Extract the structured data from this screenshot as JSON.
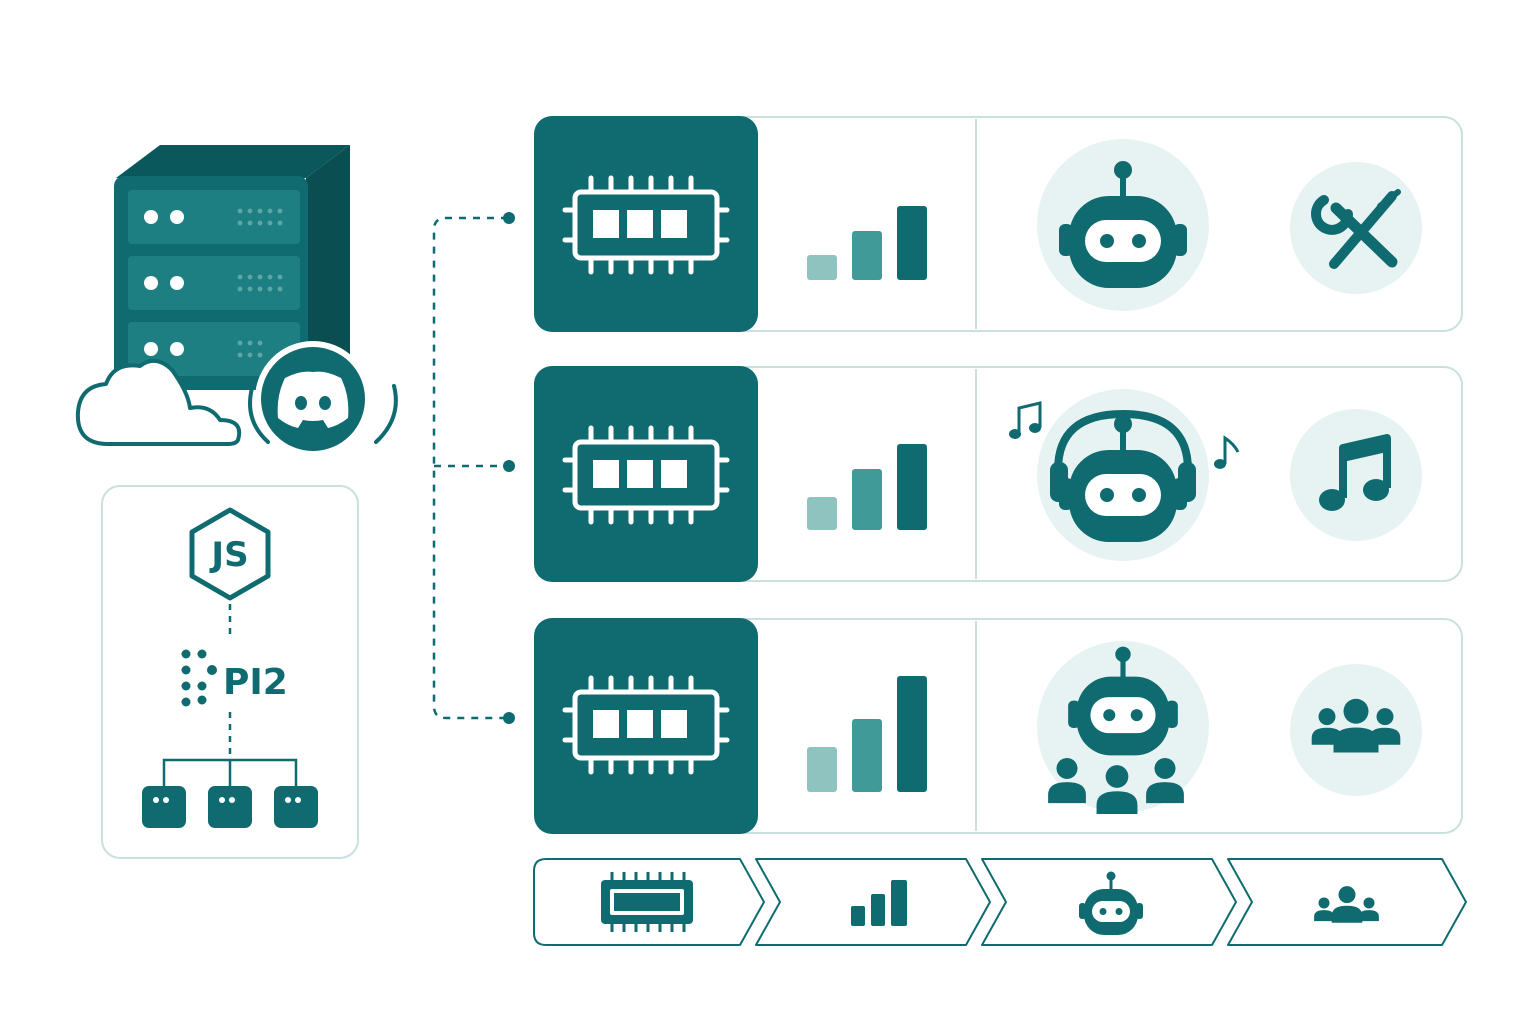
{
  "colors": {
    "primary": "#0f6b70",
    "primary_dark": "#0b585c",
    "panel_border": "#c9e0df",
    "light_fill": "#e7f3f2",
    "bar_light": "#8fc3c0",
    "bar_mid": "#3f9a98",
    "bar_dark": "#0f6b70"
  },
  "server": {
    "icon": "server-rack-icon",
    "cloud_icon": "cloud-icon",
    "discord_icon": "discord-logo-icon"
  },
  "stack_panel": {
    "node_label": "JS",
    "pm2_label": "PI2",
    "processes": 3
  },
  "tiers": [
    {
      "name": "tier-basic",
      "chip_icon": "memory-chip-icon",
      "signal_level": 1,
      "bot_icon": "robot-icon",
      "feature_icon": "tools-icon"
    },
    {
      "name": "tier-music",
      "chip_icon": "memory-chip-icon",
      "signal_level": 2,
      "bot_icon": "robot-headphones-icon",
      "feature_icon": "music-note-icon"
    },
    {
      "name": "tier-community",
      "chip_icon": "memory-chip-icon",
      "signal_level": 3,
      "bot_icon": "robot-community-icon",
      "feature_icon": "users-group-icon"
    }
  ],
  "pipeline": {
    "steps": [
      "memory-chip-icon",
      "bar-chart-icon",
      "robot-icon",
      "users-group-icon"
    ]
  }
}
